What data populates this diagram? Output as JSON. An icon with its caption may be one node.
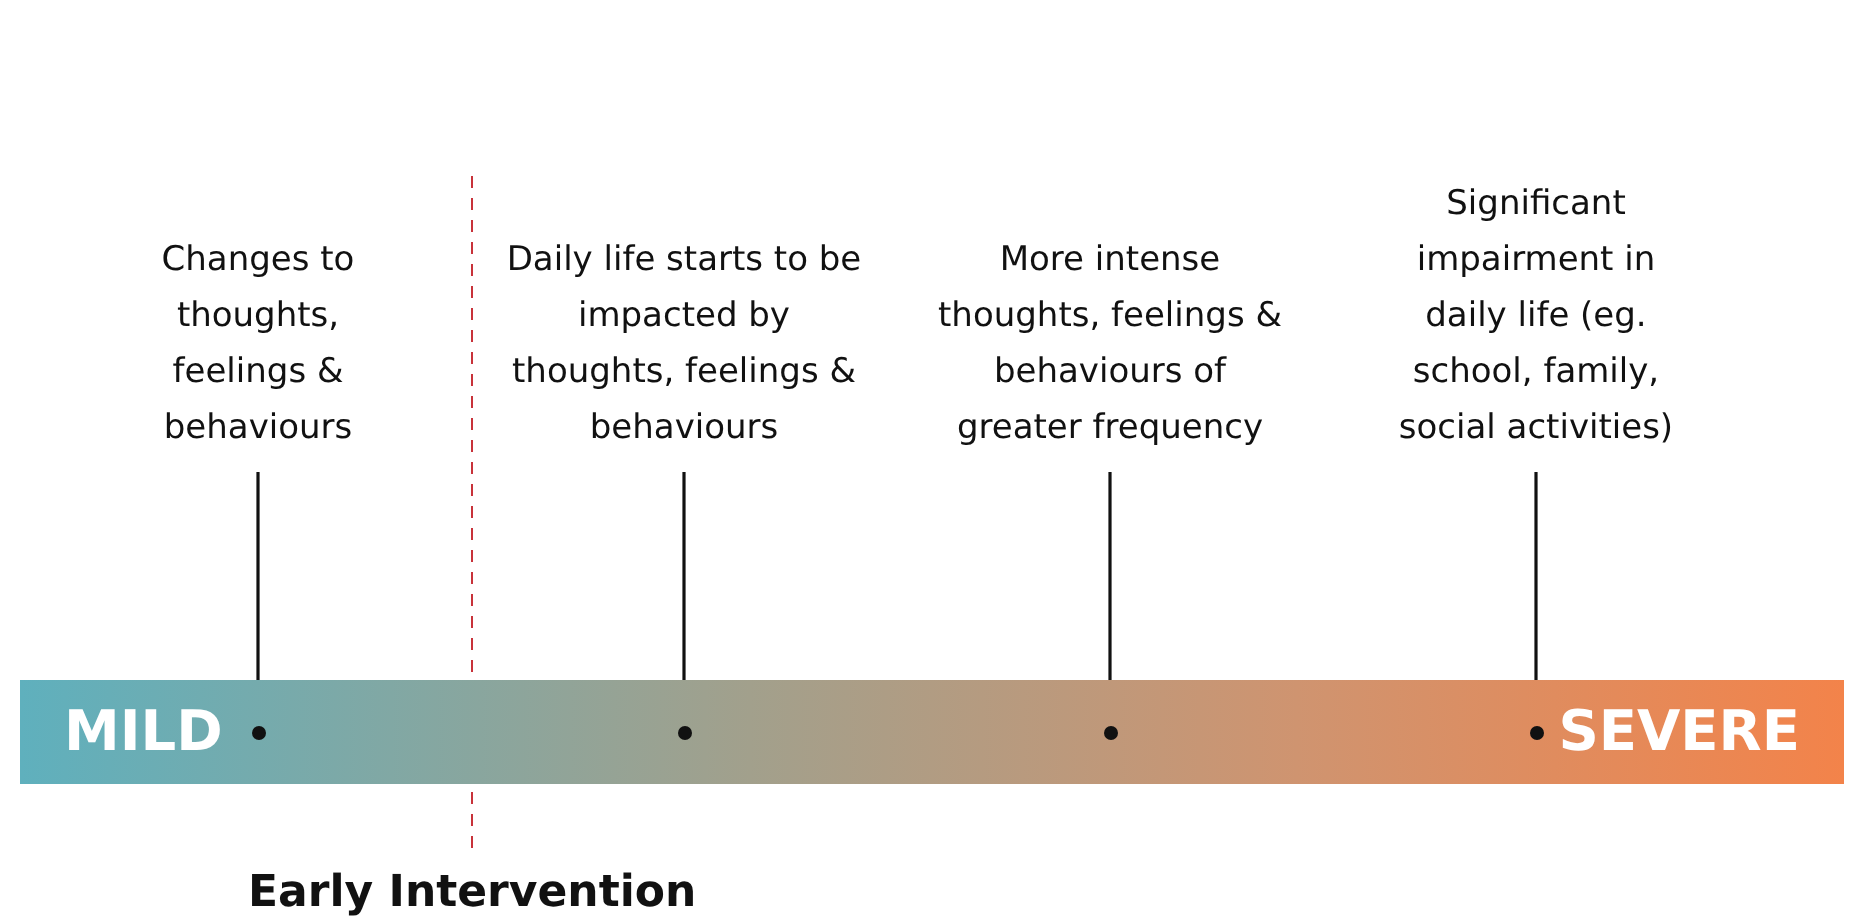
{
  "diagram": {
    "nodes": [
      {
        "text": [
          "Changes to thoughts, feelings & behaviours"
        ]
      },
      {
        "text": [
          "Daily life starts to be impacted by thoughts, feelings & behaviours"
        ]
      },
      {
        "text": [
          "More intense thoughts, feelings & behaviours of greater frequency"
        ]
      },
      {
        "text": [
          "Significant impairment in daily life (eg. school, family, social activities)"
        ]
      },
      {
        "text": [
          "MILD",
          "SEVERE"
        ]
      },
      {
        "text": [],
        "shape": "circle",
        "in": 4
      },
      {
        "text": [],
        "shape": "circle",
        "in": 4
      },
      {
        "text": [],
        "shape": "circle",
        "in": 4
      },
      {
        "text": [],
        "shape": "circle",
        "in": 4
      }
    ],
    "edges": [
      {
        "from": 0,
        "to": 5,
        "arrow": "none"
      },
      {
        "from": 1,
        "to": 6,
        "arrow": "none"
      },
      {
        "from": 2,
        "to": 7,
        "arrow": "none"
      },
      {
        "from": 3,
        "to": 8,
        "arrow": "none"
      }
    ],
    "labels": [
      "Early Intervention"
    ]
  }
}
